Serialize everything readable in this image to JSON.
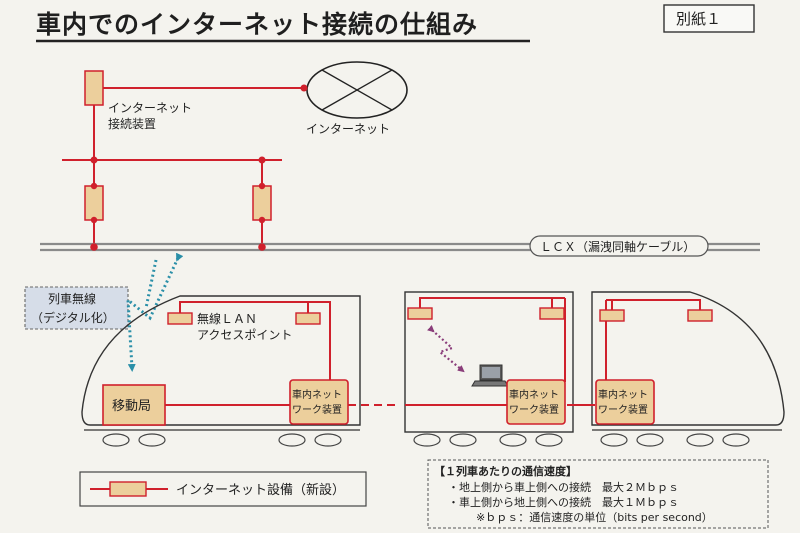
{
  "title": "車内でのインターネット接続の仕組み",
  "attachment_label": "別紙１",
  "internet_label": "インターネット",
  "connection_device_label": [
    "インターネット",
    "接続装置"
  ],
  "lcx_label": "ＬＣＸ（漏洩同軸ケーブル）",
  "train_radio_label": [
    "列車無線",
    "（デジタル化）"
  ],
  "wireless_lan_label": [
    "無線ＬＡＮ",
    "アクセスポイント"
  ],
  "mobile_station_label": "移動局",
  "car_network_device_label": [
    "車内ネット",
    "ワーク装置"
  ],
  "legend_label": "インターネット設備（新設）",
  "speed_info": {
    "heading": "【１列車あたりの通信速度】",
    "lines": [
      "・地上側から車上側への接続　最大２Ｍｂｐｓ",
      "・車上側から地上側への接続　最大１Ｍｂｐｓ",
      "※ｂｐｓ：通信速度の単位（bits per second）"
    ]
  },
  "colors": {
    "line_red": "#d0202c",
    "device_fill": "#eccf9c",
    "lcx_gray": "#8a8a8a",
    "signal_teal": "#2a8fa8",
    "wifi_purple": "#8a3d7a",
    "label_box": "#d6dde8"
  }
}
